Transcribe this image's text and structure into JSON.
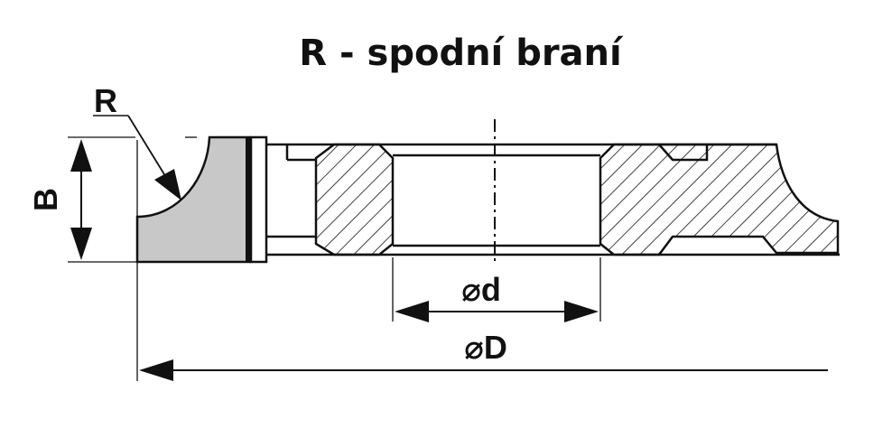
{
  "title": "R - spodní braní",
  "labels": {
    "radius": "R",
    "height": "B",
    "inner_diameter": "⌀d",
    "outer_diameter": "⌀D"
  },
  "colors": {
    "line": "#111111",
    "shaded_profile": "#c8c8c8",
    "background": "#ffffff"
  }
}
